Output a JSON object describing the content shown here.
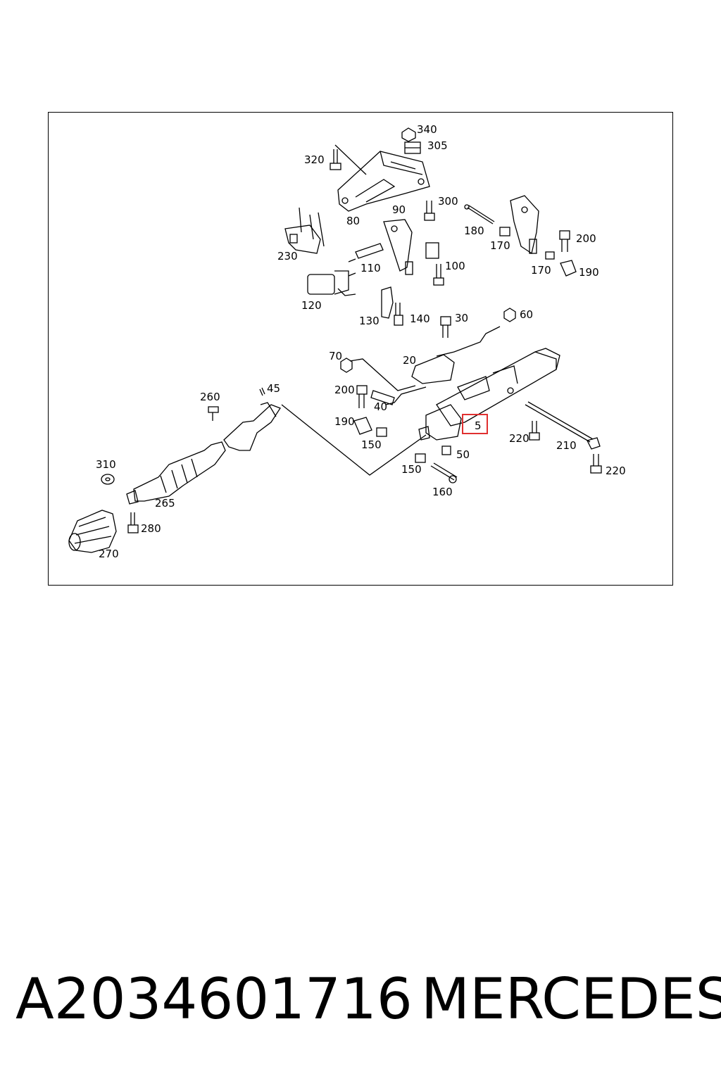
{
  "diagram": {
    "callouts": [
      "340",
      "305",
      "320",
      "80",
      "90",
      "300",
      "180",
      "170",
      "200",
      "230",
      "110",
      "100",
      "170",
      "190",
      "120",
      "130",
      "140",
      "30",
      "60",
      "70",
      "20",
      "45",
      "260",
      "200",
      "40",
      "190",
      "150",
      "5",
      "220",
      "210",
      "310",
      "150",
      "50",
      "220",
      "265",
      "160",
      "280",
      "270"
    ],
    "highlighted_callout": "5",
    "highlight_color": "#e03030"
  },
  "footer": {
    "part_number": "A2034601716",
    "brand": "MERCEDES"
  }
}
